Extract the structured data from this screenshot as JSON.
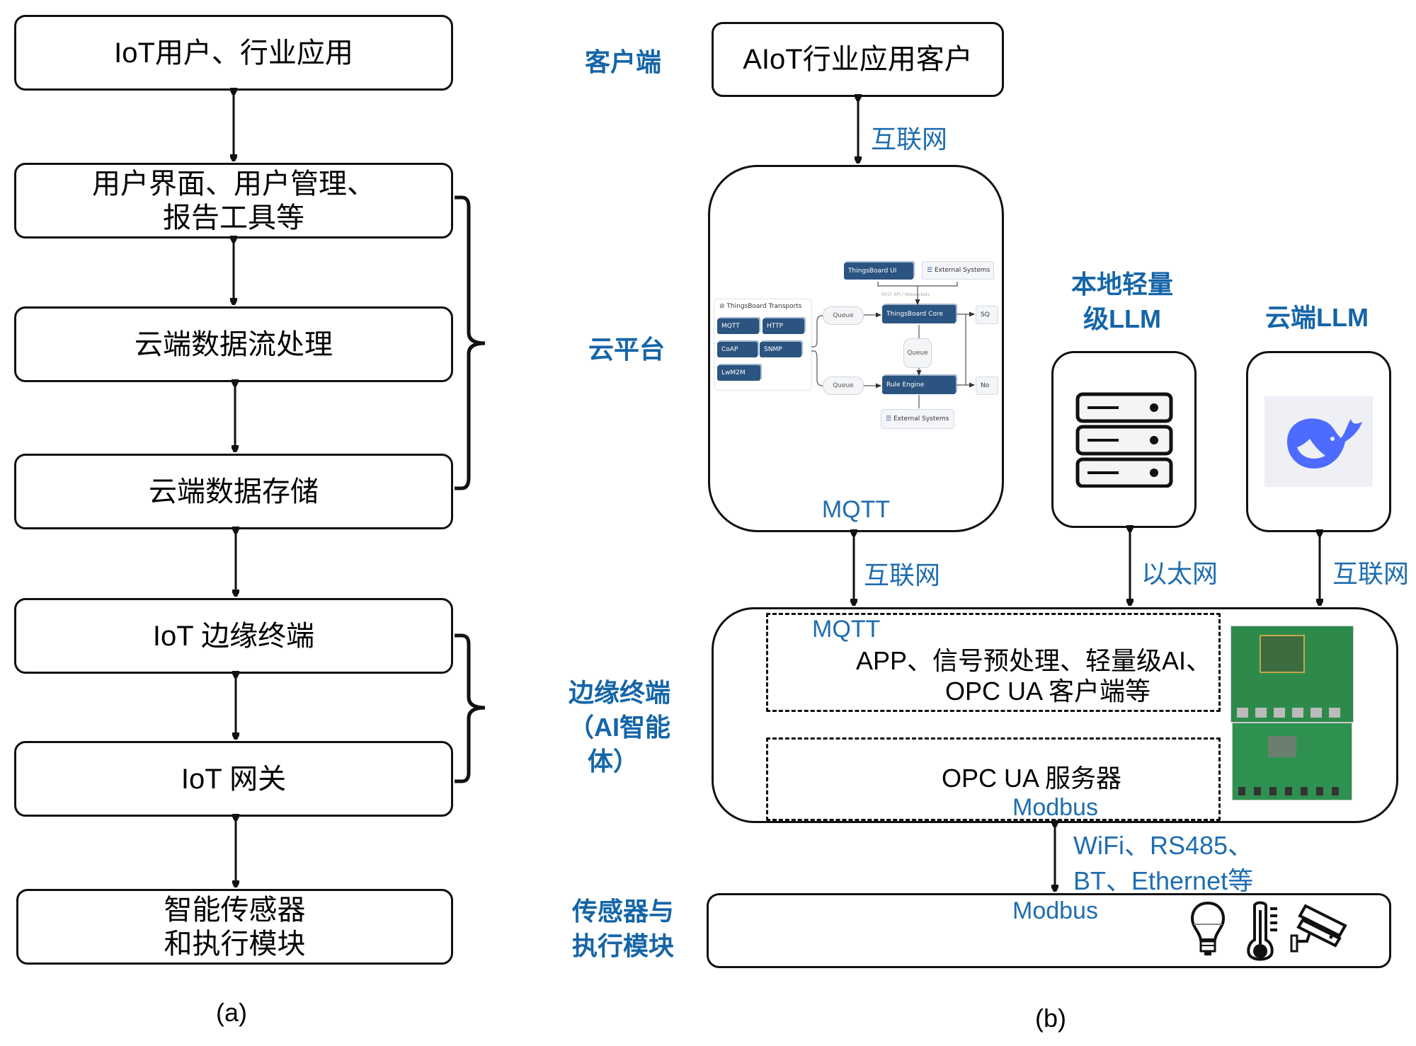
{
  "panel_a": {
    "caption": "(a)",
    "layers": [
      {
        "id": "app",
        "label": "IoT用户、行业应用"
      },
      {
        "id": "ui",
        "label_line1": "用户界面、用户管理、",
        "label_line2": "报告工具等"
      },
      {
        "id": "stream",
        "label": "云端数据流处理"
      },
      {
        "id": "storage",
        "label": "云端数据存储"
      },
      {
        "id": "edge",
        "label": "IoT 边缘终端"
      },
      {
        "id": "gateway",
        "label": "IoT 网关"
      },
      {
        "id": "sensor",
        "label_line1": "智能传感器",
        "label_line2": "和执行模块"
      }
    ]
  },
  "panel_b": {
    "caption": "(b)",
    "tiers": {
      "client": "客户端",
      "cloud": "云平台",
      "edge_line1": "边缘终端",
      "edge_line2": "（AI智能",
      "edge_line3": "体）",
      "sensor_line1": "传感器与",
      "sensor_line2": "执行模块"
    },
    "client_box": "AIoT行业应用客户",
    "links": {
      "client_cloud": "互联网",
      "cloud_edge": "互联网",
      "local_llm_edge": "以太网",
      "cloud_llm_edge": "互联网",
      "edge_sensor_line1": "WiFi、RS485、",
      "edge_sensor_line2": "BT、Ethernet等"
    },
    "cloud_box": {
      "protocol": "MQTT",
      "thingsboard": {
        "transports_title": "ThingsBoard Transports",
        "transports": [
          "MQTT",
          "HTTP",
          "CoAP",
          "SNMP",
          "LwM2M"
        ],
        "ui": "ThingsBoard UI",
        "external_top": "External Systems",
        "api_label": "REST API / Websockets",
        "core": "ThingsBoard Core",
        "rule_engine": "Rule Engine",
        "queue": "Queue",
        "external_bottom": "External Systems",
        "right_top": "SQ",
        "right_bottom": "No"
      }
    },
    "local_llm": {
      "title_line1": "本地轻量",
      "title_line2": "级LLM"
    },
    "cloud_llm": {
      "title": "云端LLM"
    },
    "edge_box": {
      "upper_protocol": "MQTT",
      "upper_line1": "APP、信号预处理、轻量级AI、",
      "upper_line2": "OPC UA 客户端等",
      "lower_label": "OPC UA 服务器",
      "lower_protocol": "Modbus"
    },
    "sensor_box": {
      "protocol": "Modbus",
      "icons": [
        "light-bulb-icon",
        "thermometer-icon",
        "security-camera-icon"
      ]
    }
  },
  "colors": {
    "accent_blue": "#1565a8",
    "link_blue": "#1f6db0",
    "thingsboard_dark": "#2b5480",
    "whale_blue": "#4d6bfe"
  }
}
